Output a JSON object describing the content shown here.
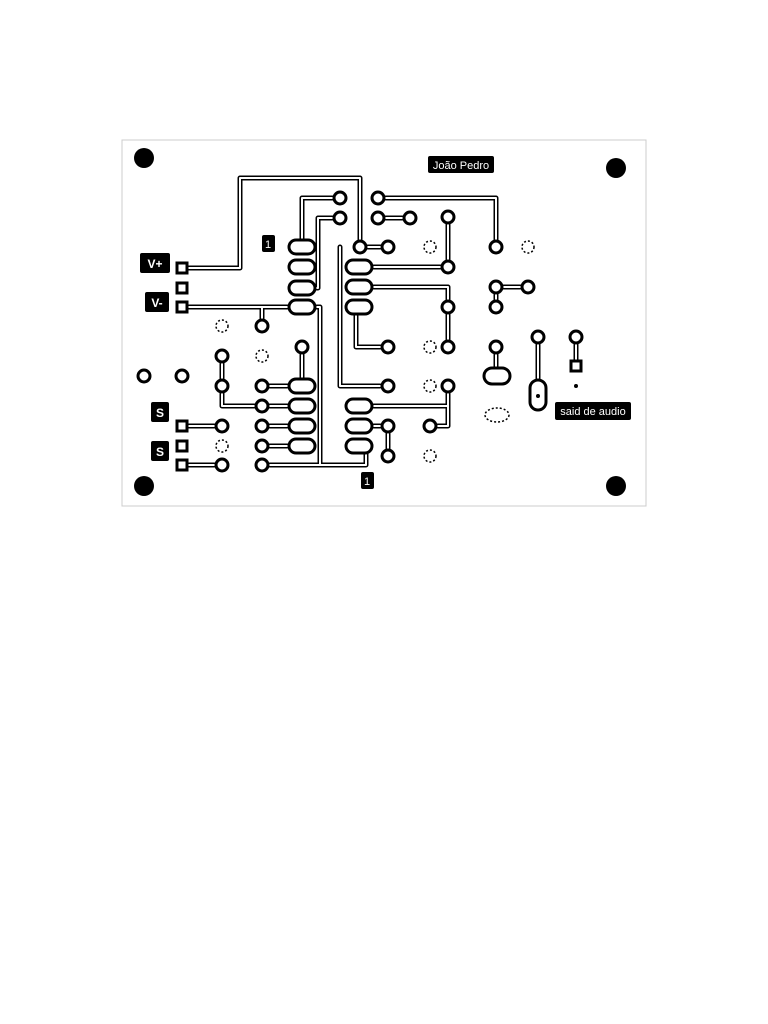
{
  "board": {
    "labels": {
      "author": "João Pedro",
      "vplus": "V+",
      "vminus": "V-",
      "in1": "S",
      "in2": "S",
      "ic1": "1",
      "ic2": "1",
      "audio_out": "said de audio"
    }
  },
  "colors": {
    "copper": "#000000",
    "board": "#ffffff"
  }
}
